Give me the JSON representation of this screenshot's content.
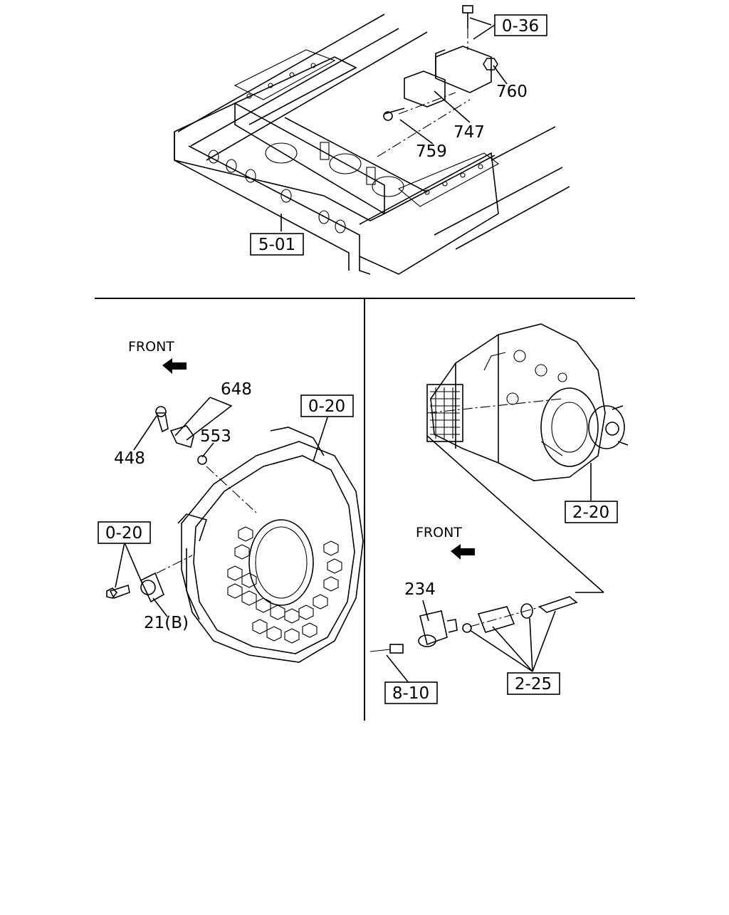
{
  "top_section": {
    "refs": {
      "ref_0_36": "0-36",
      "ref_5_01": "5-01"
    },
    "parts": {
      "p760": "760",
      "p747": "747",
      "p759": "759"
    }
  },
  "left_section": {
    "front_label": "FRONT",
    "refs": {
      "ref_0_20_top": "0-20",
      "ref_0_20_left": "0-20"
    },
    "parts": {
      "p648": "648",
      "p553": "553",
      "p448": "448",
      "p21b": "21(B)"
    }
  },
  "right_section": {
    "front_label": "FRONT",
    "refs": {
      "ref_2_20": "2-20",
      "ref_2_25": "2-25",
      "ref_8_10": "8-10"
    },
    "parts": {
      "p234": "234"
    }
  }
}
